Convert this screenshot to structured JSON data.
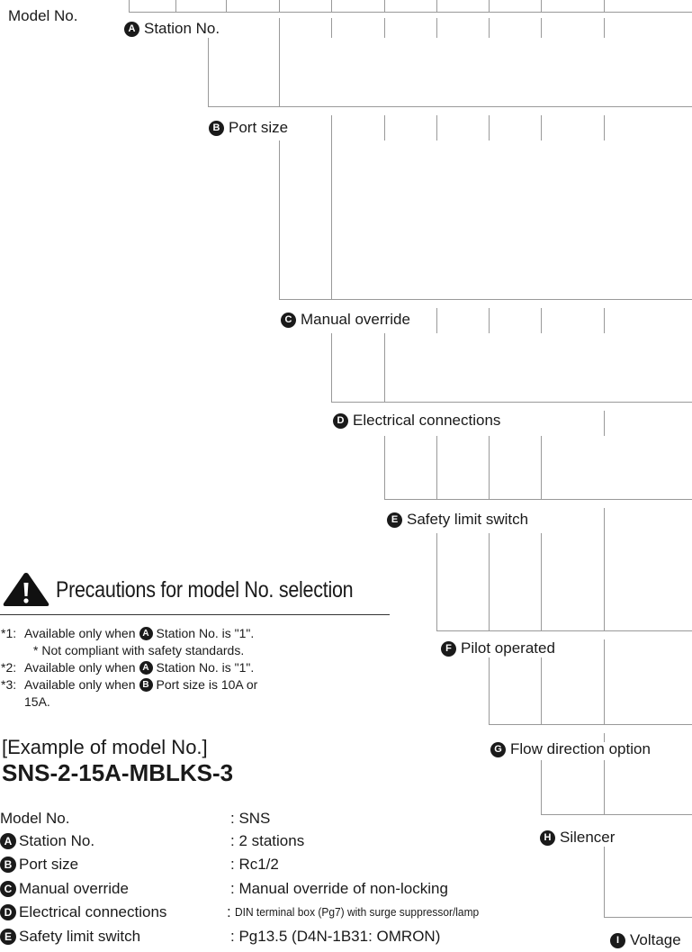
{
  "diagram": {
    "model_label": "Model No.",
    "labels": [
      {
        "badge": "A",
        "text": "Station No."
      },
      {
        "badge": "B",
        "text": "Port size"
      },
      {
        "badge": "C",
        "text": "Manual override"
      },
      {
        "badge": "D",
        "text": "Electrical connections"
      },
      {
        "badge": "E",
        "text": "Safety limit switch"
      },
      {
        "badge": "F",
        "text": "Pilot operated"
      },
      {
        "badge": "G",
        "text": "Flow direction option"
      },
      {
        "badge": "H",
        "text": "Silencer"
      },
      {
        "badge": "I",
        "text": "Voltage"
      }
    ]
  },
  "precautions": {
    "title": "Precautions for model No. selection",
    "notes": [
      {
        "num": "*1:",
        "pre": "Available only when",
        "badge": "A",
        "post": "Station No. is \"1\"."
      },
      {
        "num": "",
        "pre": "* Not compliant with safety standards.",
        "badge": "",
        "post": ""
      },
      {
        "num": "*2:",
        "pre": "Available only when",
        "badge": "A",
        "post": "Station No. is \"1\"."
      },
      {
        "num": "*3:",
        "pre": "Available only when",
        "badge": "B",
        "post": "Port size is 10A or"
      },
      {
        "num": "",
        "pre": "15A.",
        "badge": "",
        "post": ""
      }
    ]
  },
  "example": {
    "title": "[Example of model No.]",
    "model": "SNS-2-15A-MBLKS-3",
    "rows": [
      {
        "badge": "",
        "label": "Model No.",
        "value": ": SNS"
      },
      {
        "badge": "A",
        "label": "Station No.",
        "value": ": 2 stations"
      },
      {
        "badge": "B",
        "label": "Port size",
        "value": ": Rc1/2"
      },
      {
        "badge": "C",
        "label": "Manual override",
        "value": ": Manual override of non-locking"
      },
      {
        "badge": "D",
        "label": "Electrical connections",
        "value": ": DIN terminal box (Pg7) with surge suppressor/lamp"
      },
      {
        "badge": "E",
        "label": "Safety limit switch",
        "value": ": Pg13.5 (D4N-1B31: OMRON)"
      }
    ]
  }
}
